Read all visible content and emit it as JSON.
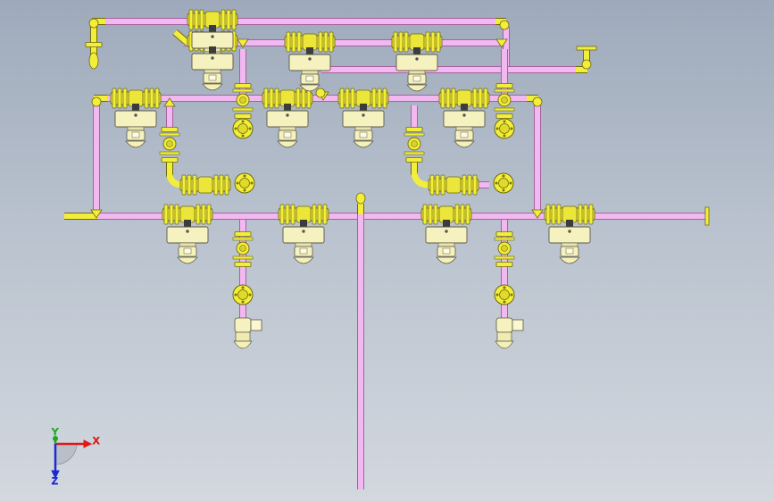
{
  "view": {
    "background_top": "#9eaabb",
    "background_bottom": "#d3d8df",
    "pipe_color": "#f2b8f0",
    "pipe_outline": "#a463a2",
    "fitting_color": "#f3ee3a",
    "fitting_outline": "#6e6a10",
    "actuator_color": "#f6f2c0",
    "actuator_outline": "#5a5842"
  },
  "triad": {
    "x_label": "X",
    "y_label": "Y",
    "z_label": "Z",
    "x_color": "#e01818",
    "y_color": "#1ca81c",
    "z_color": "#1c2ad0"
  }
}
